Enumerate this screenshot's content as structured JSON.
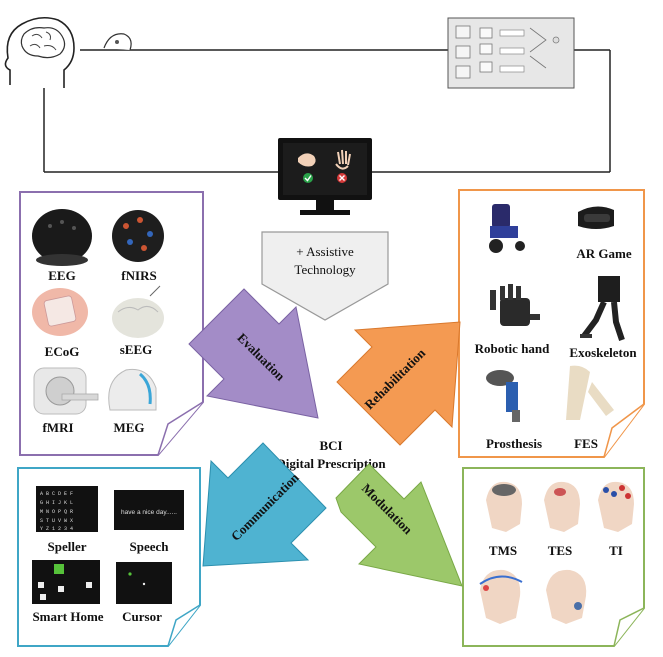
{
  "assistive": {
    "line1": "+ Assistive",
    "line2": "Technology"
  },
  "center": {
    "line1": "BCI",
    "line2": "Digital Prescription"
  },
  "arrows": {
    "evaluation": "Evaluation",
    "rehabilitation": "Rehabilitation",
    "communication": "Communication",
    "modulation": "Modulation"
  },
  "evaluation_panel": {
    "items": [
      "EEG",
      "fNIRS",
      "ECoG",
      "sEEG",
      "fMRI",
      "MEG"
    ]
  },
  "rehab_panel": {
    "items": [
      "AR Game",
      "Robotic hand",
      "Exoskeleton",
      "Prosthesis",
      "FES"
    ]
  },
  "comm_panel": {
    "items": [
      "Speller",
      "Speech",
      "Smart Home",
      "Cursor"
    ],
    "speech_screen_text": "have a nice day......"
  },
  "modulation_panel": {
    "items": [
      "TMS",
      "TES",
      "TI"
    ]
  },
  "colors": {
    "evaluation": "#8b6fae",
    "rehabilitation": "#f0964a",
    "communication": "#3fa6c6",
    "modulation": "#8cb55a"
  }
}
